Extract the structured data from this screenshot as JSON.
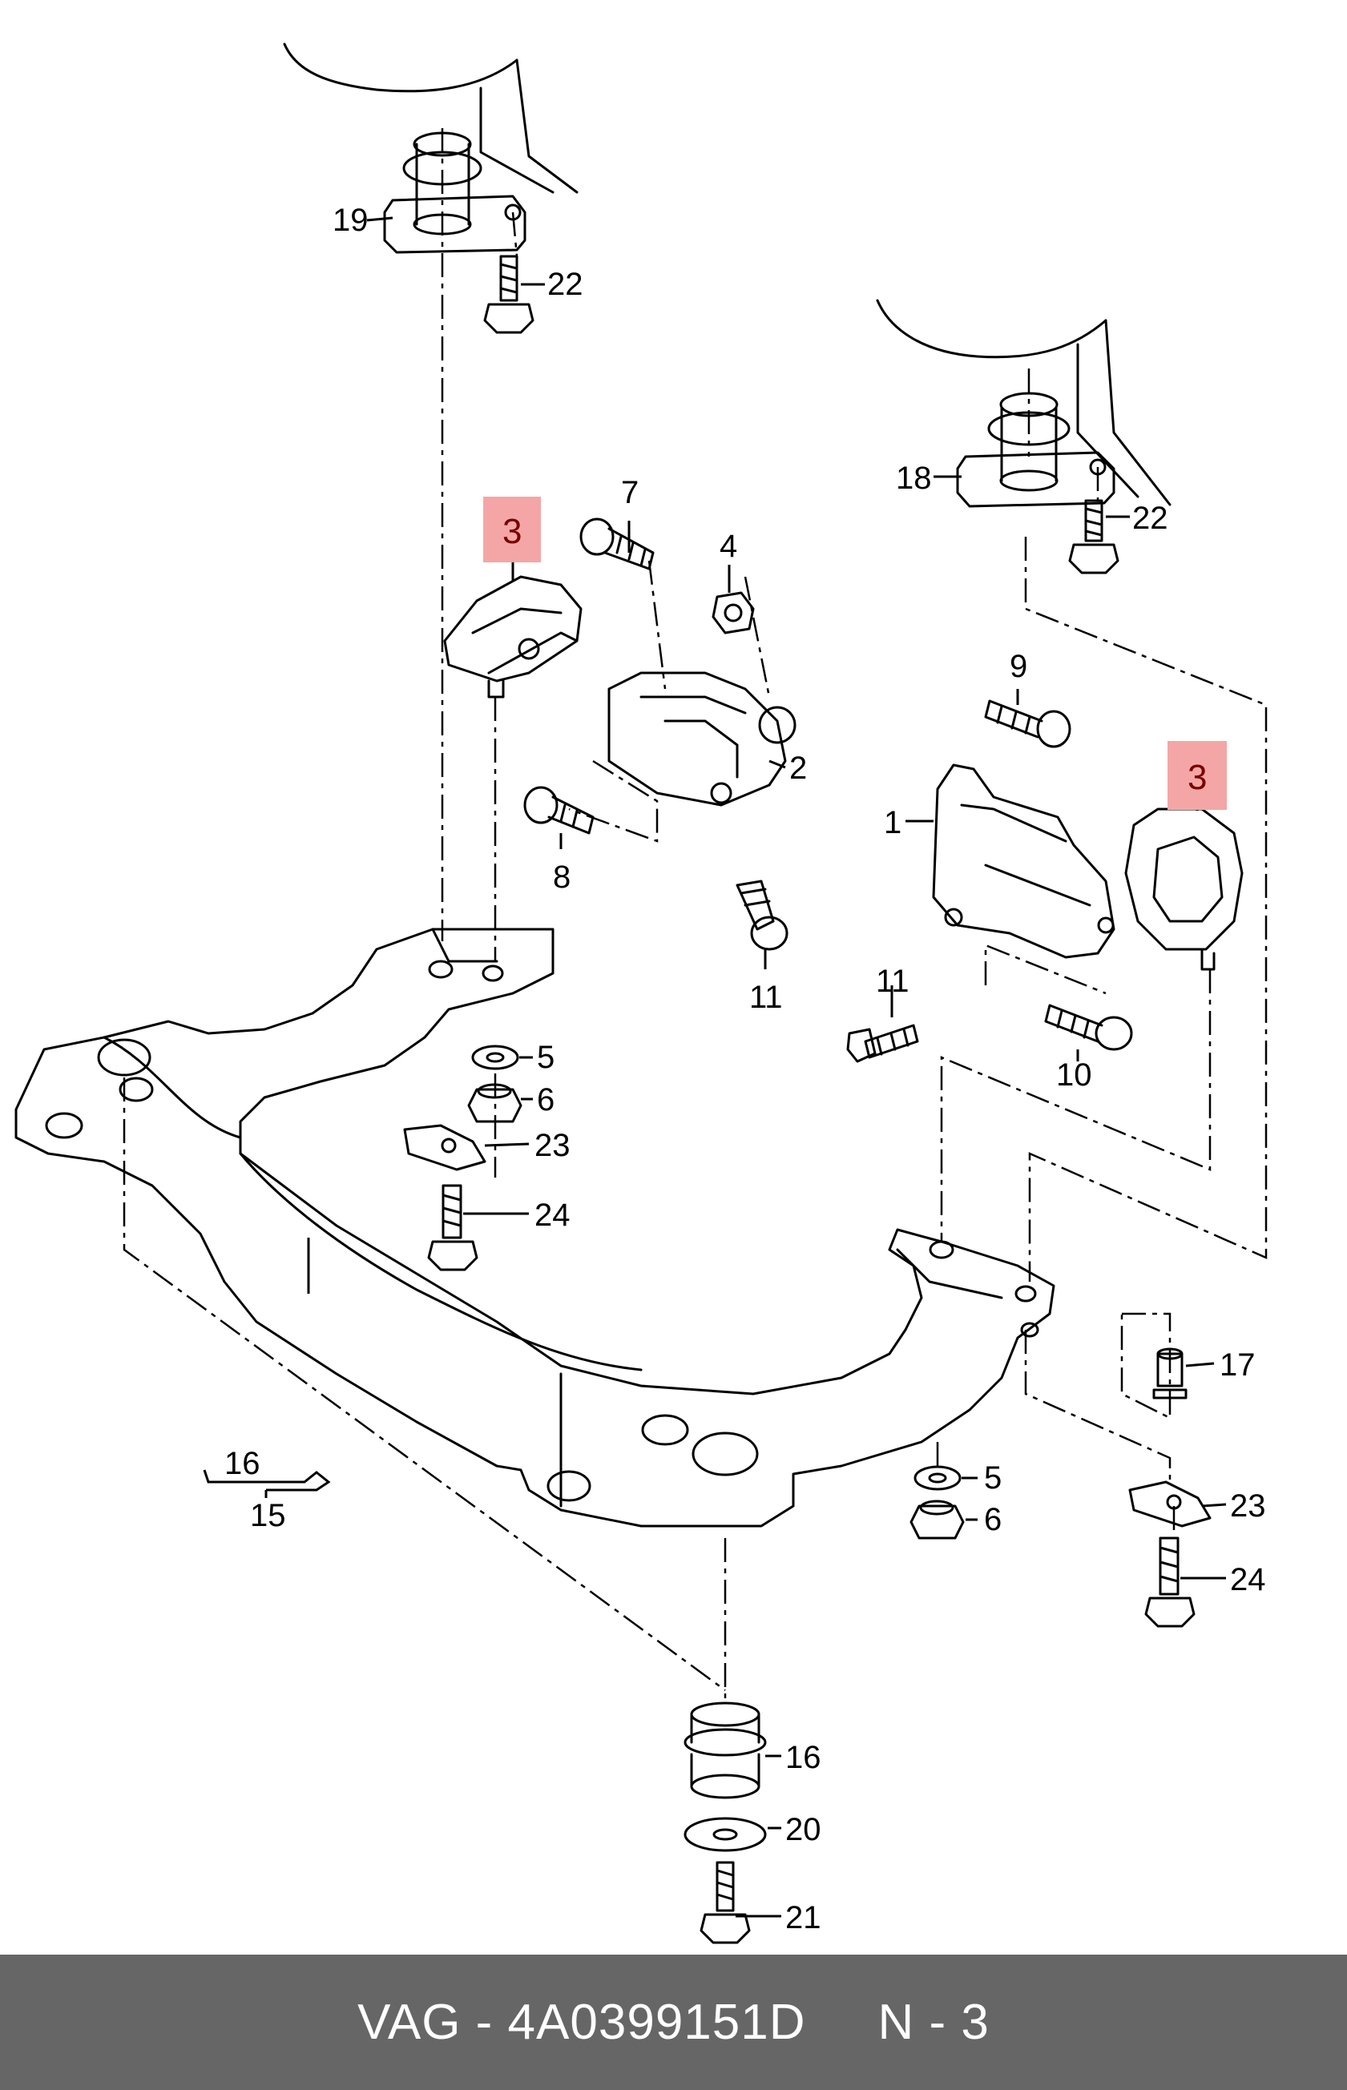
{
  "diagram": {
    "callouts": [
      {
        "id": "c19",
        "text": "19"
      },
      {
        "id": "c22a",
        "text": "22"
      },
      {
        "id": "c18",
        "text": "18"
      },
      {
        "id": "c22b",
        "text": "22"
      },
      {
        "id": "c7",
        "text": "7"
      },
      {
        "id": "c4",
        "text": "4"
      },
      {
        "id": "c3a",
        "text": "3"
      },
      {
        "id": "c2",
        "text": "2"
      },
      {
        "id": "c8",
        "text": "8"
      },
      {
        "id": "c11a",
        "text": "11"
      },
      {
        "id": "c9",
        "text": "9"
      },
      {
        "id": "c1",
        "text": "1"
      },
      {
        "id": "c3b",
        "text": "3"
      },
      {
        "id": "c11b",
        "text": "11"
      },
      {
        "id": "c10",
        "text": "10"
      },
      {
        "id": "c5a",
        "text": "5"
      },
      {
        "id": "c6a",
        "text": "6"
      },
      {
        "id": "c23a",
        "text": "23"
      },
      {
        "id": "c24a",
        "text": "24"
      },
      {
        "id": "c17",
        "text": "17"
      },
      {
        "id": "c16a",
        "text": "16"
      },
      {
        "id": "c15",
        "text": "15"
      },
      {
        "id": "c5b",
        "text": "5"
      },
      {
        "id": "c6b",
        "text": "6"
      },
      {
        "id": "c23b",
        "text": "23"
      },
      {
        "id": "c24b",
        "text": "24"
      },
      {
        "id": "c16b",
        "text": "16"
      },
      {
        "id": "c20",
        "text": "20"
      },
      {
        "id": "c21",
        "text": "21"
      }
    ],
    "highlight_color": "#f4a6a6",
    "line_color": "#000000"
  },
  "footer": {
    "brand": "VAG",
    "separator": " - ",
    "part_number": "4A0399151D",
    "position_label": "N - 3"
  }
}
